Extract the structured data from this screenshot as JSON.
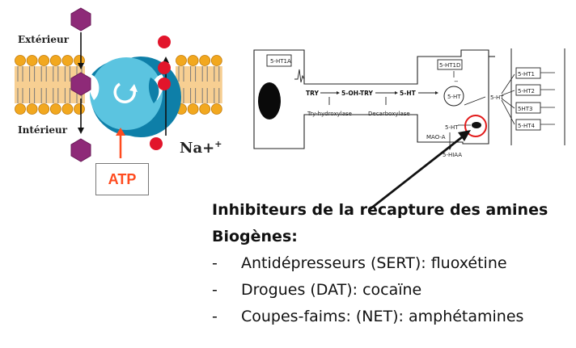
{
  "left_diagram": {
    "exterior_label": "Extérieur",
    "interior_label": "Intérieur",
    "ion_label": "Na+",
    "ion_sup": "+",
    "atp_label": "ATP",
    "colors": {
      "membrane_head": "#f2a81f",
      "membrane_tail": "#f7cf92",
      "transporter": "#5bc4e0",
      "amine": "#8e2a78",
      "sodium": "#e2152b",
      "atp_arrow": "#ff4b1f"
    }
  },
  "right_diagram": {
    "receptor_top_left": "5-HT1A",
    "synthesis_labels": [
      "TRY",
      "5-OH-TRY",
      "5-HT"
    ],
    "enzyme_labels": [
      "Try-hydroxylase",
      "Decarboxylase"
    ],
    "vesicle_label": "5-HT",
    "autoreceptor_label": "5-HT1D",
    "cytoplasm_label": "5-HT",
    "mao_label": "MAO-A",
    "metabolite_label": "5-HIAA",
    "synaptic_label": "5-HT",
    "receptors": [
      "5-HT1",
      "5-HT2",
      "5HT3",
      "5-HT4"
    ],
    "minus_sign": "−",
    "highlight_color": "#e21a1a"
  },
  "text": {
    "title_line1": "Inhibiteurs de la recapture des amines",
    "title_line2": "Biogènes:",
    "items": [
      {
        "dash": "-",
        "label": "Antidépresseurs (SERT): fluoxétine"
      },
      {
        "dash": "-",
        "label": "Drogues (DAT): cocaïne"
      },
      {
        "dash": "-",
        "label": "Coupes-faims: (NET): amphétamines"
      }
    ]
  }
}
